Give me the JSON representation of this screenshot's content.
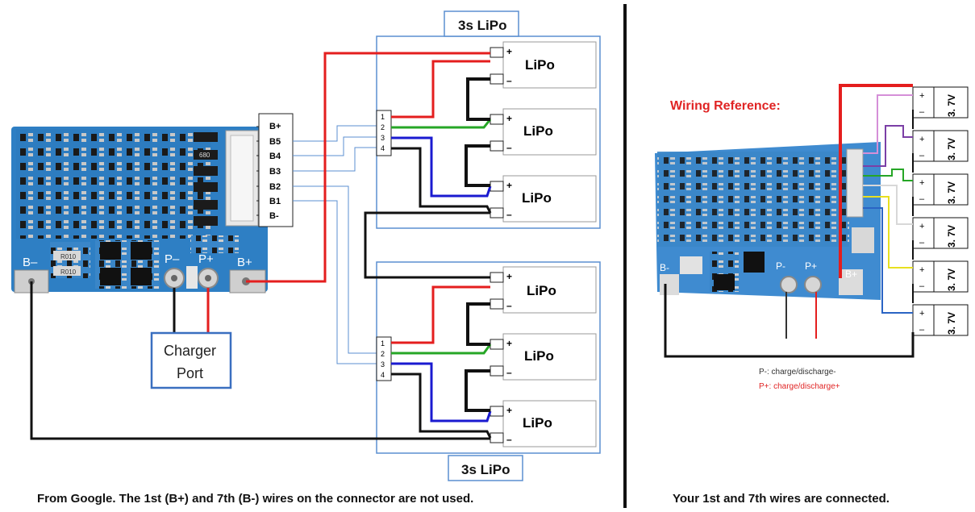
{
  "left": {
    "caption": "From Google. The 1st (B+) and 7th (B-) wires on the connector are not used.",
    "pack_top_title": "3s LiPo",
    "pack_bottom_title": "3s LiPo",
    "cell_label": "LiPo",
    "plus": "+",
    "minus": "–",
    "connector_pins": [
      "1",
      "2",
      "3",
      "4"
    ],
    "board_wire_labels": [
      "B+",
      "B5",
      "B4",
      "B3",
      "B2",
      "B1",
      "B-"
    ],
    "board_pads": {
      "bminus": "B–",
      "pminus": "P–",
      "pplus": "P+",
      "bplus": "B+"
    },
    "resistor_marks": [
      "R010",
      "R010"
    ],
    "smd_mark": "680",
    "charger_line1": "Charger",
    "charger_line2": "Port"
  },
  "right": {
    "caption": "Your 1st and 7th wires are connected.",
    "title": "Wiring Reference:",
    "cell_label": "3. 7V",
    "note_pminus": "P-: charge/discharge-",
    "note_pplus": "P+: charge/discharge+",
    "pads": {
      "bminus": "B-",
      "pminus": "P-",
      "pplus": "P+",
      "bplus": "B+"
    }
  },
  "colors": {
    "red": "#e41e1e",
    "green": "#26a626",
    "blue": "#1a1ad0",
    "black": "#111111",
    "board": "#2e7fc4",
    "pack_outline": "#5b8fd0",
    "pink_wire": "#d58fd8",
    "purple_wire": "#7b3fa6",
    "yellow_wire": "#e8e020",
    "white_wire": "#d8d8d8",
    "ref_title": "#e02424"
  }
}
